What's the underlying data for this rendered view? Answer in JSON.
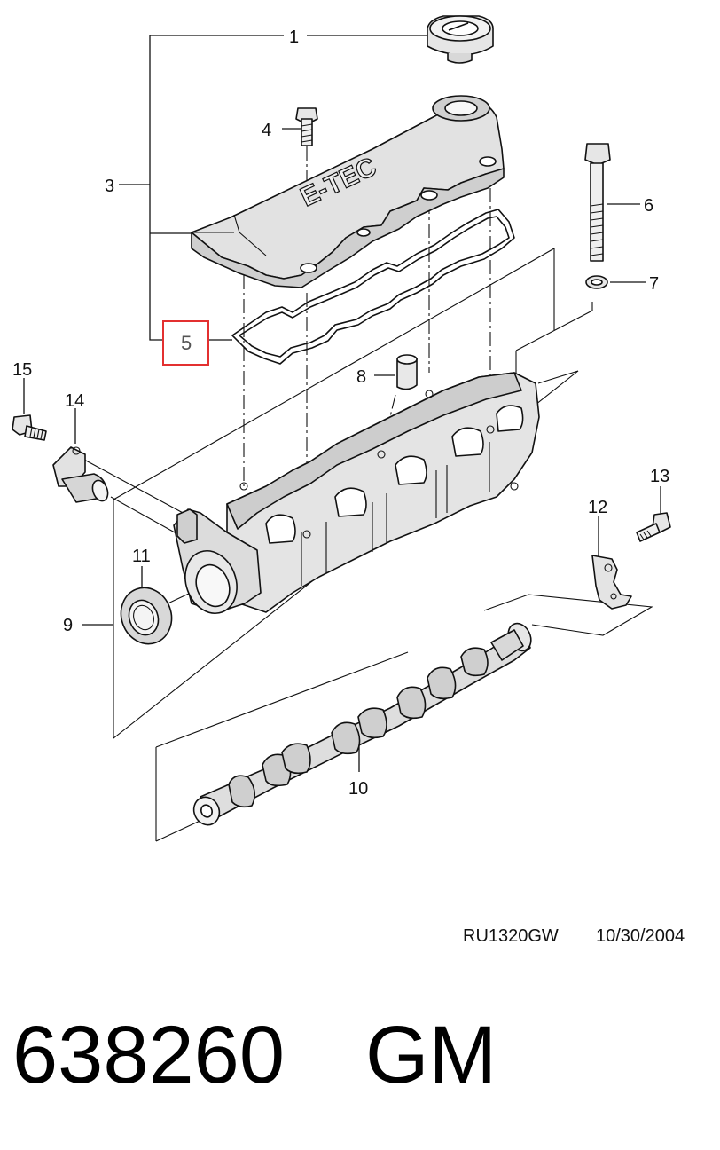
{
  "diagram": {
    "callouts": {
      "c1": "1",
      "c3": "3",
      "c4": "4",
      "c5": "5",
      "c6": "6",
      "c7": "7",
      "c8": "8",
      "c9": "9",
      "c10": "10",
      "c11": "11",
      "c12": "12",
      "c13": "13",
      "c14": "14",
      "c15": "15"
    },
    "highlighted_callout": "5",
    "highlight_color": "#e33030",
    "cover_emboss": "E-TEC"
  },
  "footer": {
    "drawing_ref": "RU1320GW",
    "drawing_date": "10/30/2004",
    "part_number": "638260",
    "brand": "GM"
  }
}
